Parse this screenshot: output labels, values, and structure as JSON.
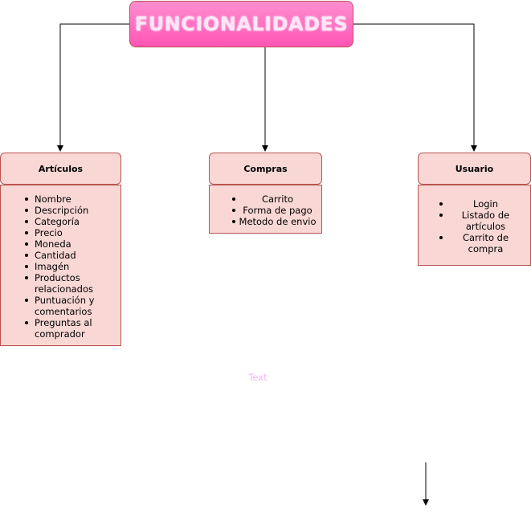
{
  "root": {
    "title": "FUNCIONALIDADES"
  },
  "nodes": [
    {
      "id": "articulos",
      "title": "Artículos",
      "items": [
        "Nombre",
        "Descripción",
        "Categoría",
        "Precio",
        "Moneda",
        "Cantidad",
        "Imagén",
        "Productos relacionados",
        "Puntuación y comentarios",
        "Preguntas al comprador"
      ]
    },
    {
      "id": "compras",
      "title": "Compras",
      "items": [
        "Carrito",
        "Forma de pago",
        "Metodo de envio"
      ]
    },
    {
      "id": "usuario",
      "title": "Usuario",
      "items": [
        "Login",
        "Listado de artículos",
        "Carrito de compra"
      ]
    }
  ],
  "floating_text": "Text",
  "colors": {
    "root_gradient_top": "#ff8ed0",
    "root_gradient_bottom": "#ff55b4",
    "node_fill": "#f8d7d5",
    "node_border": "#b85450",
    "floating_text": "#f3b4f0"
  }
}
